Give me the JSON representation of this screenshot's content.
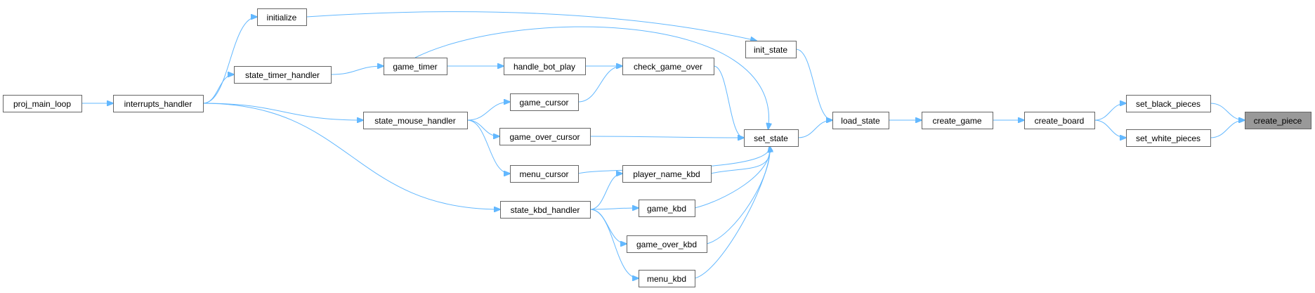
{
  "colors": {
    "edge": "#63b8ff",
    "box_border": "#666666",
    "highlight_fill": "#999999",
    "box_fill": "#ffffff"
  },
  "nodes": [
    {
      "id": "proj_main_loop",
      "label": "proj_main_loop"
    },
    {
      "id": "interrupts_handler",
      "label": "interrupts_handler"
    },
    {
      "id": "initialize",
      "label": "initialize"
    },
    {
      "id": "state_timer_handler",
      "label": "state_timer_handler"
    },
    {
      "id": "state_mouse_handler",
      "label": "state_mouse_handler"
    },
    {
      "id": "state_kbd_handler",
      "label": "state_kbd_handler"
    },
    {
      "id": "game_timer",
      "label": "game_timer"
    },
    {
      "id": "handle_bot_play",
      "label": "handle_bot_play"
    },
    {
      "id": "game_cursor",
      "label": "game_cursor"
    },
    {
      "id": "game_over_cursor",
      "label": "game_over_cursor"
    },
    {
      "id": "menu_cursor",
      "label": "menu_cursor"
    },
    {
      "id": "check_game_over",
      "label": "check_game_over"
    },
    {
      "id": "player_name_kbd",
      "label": "player_name_kbd"
    },
    {
      "id": "game_kbd",
      "label": "game_kbd"
    },
    {
      "id": "game_over_kbd",
      "label": "game_over_kbd"
    },
    {
      "id": "menu_kbd",
      "label": "menu_kbd"
    },
    {
      "id": "init_state",
      "label": "init_state"
    },
    {
      "id": "set_state",
      "label": "set_state"
    },
    {
      "id": "load_state",
      "label": "load_state"
    },
    {
      "id": "create_game",
      "label": "create_game"
    },
    {
      "id": "create_board",
      "label": "create_board"
    },
    {
      "id": "set_black_pieces",
      "label": "set_black_pieces"
    },
    {
      "id": "set_white_pieces",
      "label": "set_white_pieces"
    },
    {
      "id": "create_piece",
      "label": "create_piece",
      "highlight": true
    }
  ],
  "edges": [
    [
      "proj_main_loop",
      "interrupts_handler"
    ],
    [
      "interrupts_handler",
      "initialize"
    ],
    [
      "interrupts_handler",
      "state_timer_handler"
    ],
    [
      "interrupts_handler",
      "state_mouse_handler"
    ],
    [
      "interrupts_handler",
      "state_kbd_handler"
    ],
    [
      "initialize",
      "init_state"
    ],
    [
      "state_timer_handler",
      "game_timer"
    ],
    [
      "game_timer",
      "handle_bot_play"
    ],
    [
      "game_timer",
      "set_state"
    ],
    [
      "handle_bot_play",
      "check_game_over"
    ],
    [
      "state_mouse_handler",
      "game_cursor"
    ],
    [
      "state_mouse_handler",
      "game_over_cursor"
    ],
    [
      "state_mouse_handler",
      "menu_cursor"
    ],
    [
      "game_cursor",
      "check_game_over"
    ],
    [
      "check_game_over",
      "set_state"
    ],
    [
      "game_over_cursor",
      "set_state"
    ],
    [
      "menu_cursor",
      "set_state"
    ],
    [
      "state_kbd_handler",
      "player_name_kbd"
    ],
    [
      "state_kbd_handler",
      "game_kbd"
    ],
    [
      "state_kbd_handler",
      "game_over_kbd"
    ],
    [
      "state_kbd_handler",
      "menu_kbd"
    ],
    [
      "player_name_kbd",
      "set_state"
    ],
    [
      "game_kbd",
      "set_state"
    ],
    [
      "game_over_kbd",
      "set_state"
    ],
    [
      "menu_kbd",
      "set_state"
    ],
    [
      "init_state",
      "load_state"
    ],
    [
      "set_state",
      "load_state"
    ],
    [
      "load_state",
      "create_game"
    ],
    [
      "create_game",
      "create_board"
    ],
    [
      "create_board",
      "set_black_pieces"
    ],
    [
      "create_board",
      "set_white_pieces"
    ],
    [
      "set_black_pieces",
      "create_piece"
    ],
    [
      "set_white_pieces",
      "create_piece"
    ]
  ]
}
